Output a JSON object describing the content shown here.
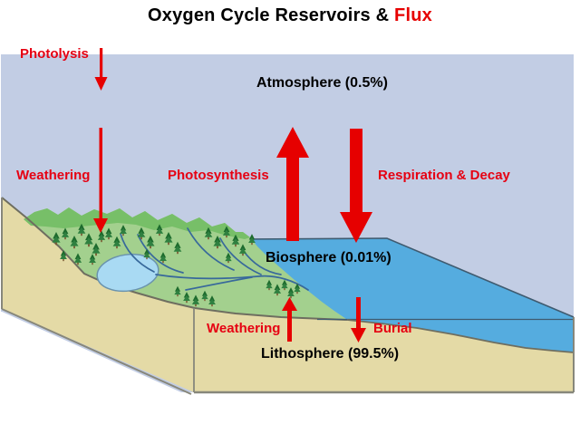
{
  "title": {
    "prefix": "Oxygen Cycle Reservoirs & ",
    "highlight": "Flux"
  },
  "labels": {
    "photolysis": "Photolysis",
    "atmosphere": "Atmosphere (0.5%)",
    "weathering_upper": "Weathering",
    "photosynthesis": "Photosynthesis",
    "respiration": "Respiration & Decay",
    "biosphere": "Biosphere (0.01%)",
    "weathering_lower": "Weathering",
    "burial": "Burial",
    "lithosphere": "Lithosphere (99.5%)"
  },
  "reservoirs": [
    {
      "name": "Atmosphere",
      "share": "0.5%"
    },
    {
      "name": "Biosphere",
      "share": "0.01%"
    },
    {
      "name": "Lithosphere",
      "share": "99.5%"
    }
  ],
  "fluxes": [
    "Photolysis",
    "Weathering",
    "Photosynthesis",
    "Respiration & Decay",
    "Weathering",
    "Burial"
  ],
  "colors": {
    "title_highlight": "#e60000",
    "label_red": "#e60012",
    "label_black": "#000000",
    "arrow_red": "#e60000",
    "sky": "#c2cde4",
    "sea": "#55acdf",
    "lake": "#a9daf3",
    "land_tan": "#e4daa6",
    "vegetation_green": "#a3d08e",
    "ridge_green": "#77bf68",
    "river_blue": "#38699b",
    "tree_green": "#1d6b2d"
  }
}
